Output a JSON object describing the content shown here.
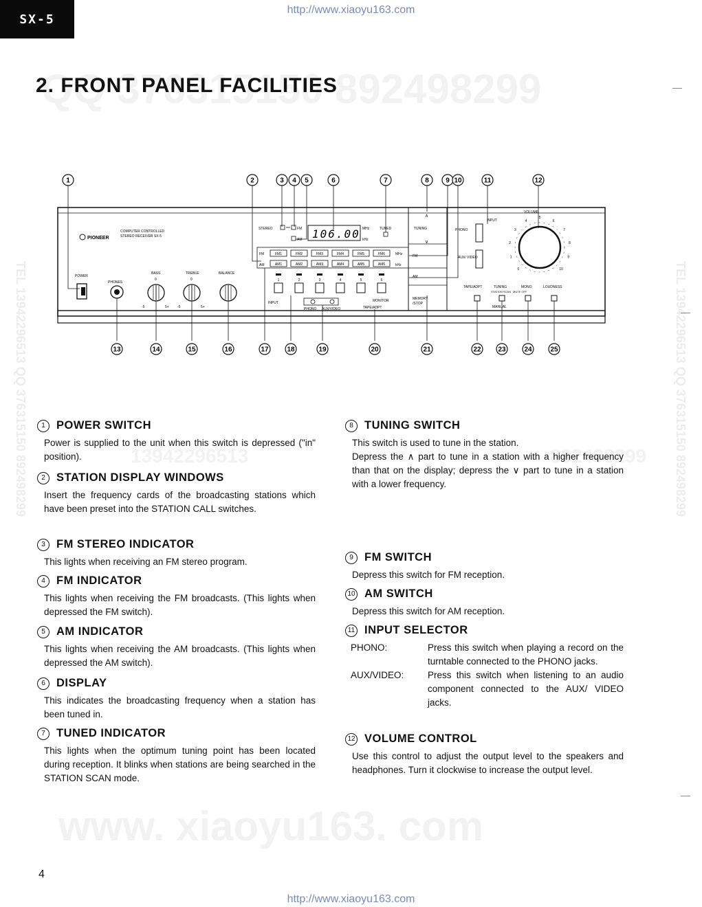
{
  "header": {
    "model": "SX-5",
    "url": "http://www.xiaoyu163.com"
  },
  "title": "2. FRONT PANEL FACILITIES",
  "watermarks": {
    "top": "QQ 376315150   892498299",
    "left_vertical": "TEL 13942296513   QQ 376315150   892498299",
    "right_vertical": "TEL 13942296513   QQ 376315150   892498299",
    "mid": "13942296513",
    "mid2": "892498299",
    "bottom": "www. xiaoyu163. com"
  },
  "diagram": {
    "callouts_top": [
      "1",
      "2",
      "3",
      "4",
      "5",
      "6",
      "7",
      "8",
      "9",
      "10",
      "11",
      "12"
    ],
    "callouts_bottom": [
      "13",
      "14",
      "15",
      "16",
      "17",
      "18",
      "19",
      "20",
      "21",
      "22",
      "23",
      "24",
      "25"
    ],
    "brand": "PIONEER",
    "model_line1": "COMPUTER CONTROLLED",
    "model_line2": "STEREO RECEIVER SX-5",
    "power": "POWER",
    "phones": "PHONES",
    "bass": "BASS",
    "treble": "TREBLE",
    "balance": "BALANCE",
    "stereo": "STEREO",
    "fm": "FM",
    "am": "AM",
    "freq": "106.00",
    "mhz": "MHz",
    "khz": "kHz",
    "tuned": "TUNED",
    "tuning": "TUNING",
    "fm_presets": [
      "FM1",
      "FM2",
      "FM3",
      "FM4",
      "FM5",
      "FM6"
    ],
    "am_presets": [
      "AM1",
      "AM2",
      "AM3",
      "AM4",
      "AM5",
      "AM6"
    ],
    "preset_numbers": [
      "1",
      "2",
      "3",
      "4",
      "5",
      "6"
    ],
    "input": "INPUT",
    "phono": "PHONO",
    "aux_video": "AUX/VIDEO",
    "monitor": "MONITOR",
    "tape_adpt": "TAPE/ADPT",
    "memory": "MEMORY",
    "stop": "/STOP",
    "input_label": "INPUT",
    "phono_btn": "PHONO",
    "aux_btn": "AUX/ VIDEO",
    "volume": "VOLUME",
    "volume_scale": [
      "0",
      "1",
      "2",
      "3",
      "4",
      "5",
      "6",
      "7",
      "8",
      "9",
      "10"
    ],
    "tape_adpt_btn": "TAPE/ADPT",
    "tuning_btn": "TUNING",
    "station_scan": "STATION SCAN",
    "manual": "MANUAL",
    "mono": "MONO",
    "mute_off": "MUTE OFF",
    "loudness": "LOUDNESS",
    "tone_scale": [
      "-5",
      "0",
      "5+"
    ]
  },
  "sections_left": [
    {
      "num": "1",
      "heading": "POWER SWITCH",
      "body": "Power is supplied to the unit when this switch is depressed (\"in\" position)."
    },
    {
      "num": "2",
      "heading": "STATION DISPLAY WINDOWS",
      "body": "Insert the frequency cards of the broadcasting stations which have been preset into the STATION CALL switches."
    },
    {
      "num": "3",
      "heading": "FM STEREO INDICATOR",
      "body": "This lights when receiving an FM stereo program."
    },
    {
      "num": "4",
      "heading": "FM INDICATOR",
      "body": "This lights when receiving the FM broadcasts. (This lights when depressed the FM switch)."
    },
    {
      "num": "5",
      "heading": "AM INDICATOR",
      "body": "This lights when receiving the AM broadcasts. (This lights when depressed the AM switch)."
    },
    {
      "num": "6",
      "heading": "DISPLAY",
      "body": "This indicates the broadcasting frequency when a station has been tuned in."
    },
    {
      "num": "7",
      "heading": "TUNED INDICATOR",
      "body": "This lights when the optimum tuning point has been located during reception. It blinks when stations are being searched in the STATION SCAN mode."
    }
  ],
  "sections_right": [
    {
      "num": "8",
      "heading": "TUNING SWITCH",
      "body": "This switch is used to tune in the station.",
      "body2": "Depress the ∧ part to tune in a station with a higher frequency than that on the display; depress the ∨ part to tune in a station with a lower frequency."
    },
    {
      "num": "9",
      "heading": "FM SWITCH",
      "body": "Depress this switch for FM reception."
    },
    {
      "num": "10",
      "heading": "AM SWITCH",
      "body": "Depress this switch for AM reception."
    },
    {
      "num": "11",
      "heading": "INPUT SELECTOR",
      "rows": [
        {
          "label": "PHONO:",
          "text": "Press this switch when playing a record on the turntable connected to the PHONO jacks."
        },
        {
          "label": "AUX/VIDEO:",
          "text": "Press this switch when listening to an audio component connected to the AUX/ VIDEO jacks."
        }
      ]
    },
    {
      "num": "12",
      "heading": "VOLUME CONTROL",
      "body": "Use this control to adjust the output level to the speakers and headphones. Turn it clockwise to increase the output level."
    }
  ],
  "page_number": "4"
}
